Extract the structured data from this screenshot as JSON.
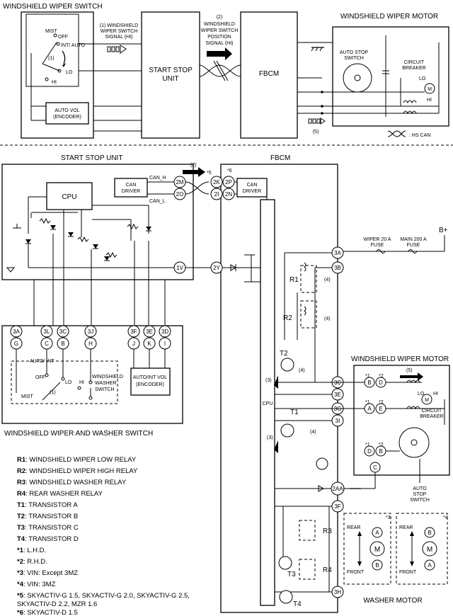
{
  "top": {
    "wiper_switch_title": "WINDSHIELD WIPER SWITCH",
    "switch_positions": [
      "MIST",
      "OFF",
      "INT/ AUTO",
      "LO",
      "HI"
    ],
    "switch_arrow_label": "(1)",
    "auto_vol": [
      "AUTO VOL",
      "(ENCODER)"
    ],
    "signal1": [
      "(1) WINDSHIELD",
      "WIPER SWITCH",
      "SIGNAL (HI)"
    ],
    "start_stop_unit": [
      "START STOP",
      "UNIT"
    ],
    "signal2_num": "(2)",
    "signal2": [
      "WINDSHIELD",
      "WIPER SWITCH",
      "POSITION",
      "SIGNAL (HI)"
    ],
    "fbcm": "FBCM",
    "motor_title": "WINDSHIELD WIPER MOTOR",
    "auto_stop": [
      "AUTO STOP",
      "SWITCH"
    ],
    "circuit_breaker": [
      "CIRCUIT",
      "BREAKER"
    ],
    "lo": "LO",
    "hi": "HI",
    "step5": "(5)",
    "hs_can": ": HS CAN"
  },
  "bottom": {
    "ssu_title": "START STOP UNIT",
    "fbcm_title": "FBCM",
    "cpu": "CPU",
    "can_driver": [
      "CAN",
      "DRIVER"
    ],
    "can_h": "CAN_H",
    "can_l": "CAN_L",
    "ssu_pins": [
      "2M",
      "2O",
      "1V"
    ],
    "fbcm_pins_can": [
      "2K",
      "2P",
      "2I",
      "2N"
    ],
    "pin_2y": "2Y",
    "note5": "*5",
    "note6": "*6",
    "step2": "(2)",
    "supply": "B+",
    "fuses": [
      "WIPER 20 A",
      "FUSE",
      "MAIN 200 A",
      "FUSE"
    ],
    "right_pins": [
      "3A",
      "3B",
      "3C",
      "3E",
      "3G",
      "3I",
      "2AA",
      "3F",
      "3H"
    ],
    "relays": [
      "R1",
      "R2",
      "R3",
      "R4"
    ],
    "transistors": [
      "T1",
      "T2",
      "T3",
      "T4"
    ],
    "step3": "(3)",
    "step4": "(4)",
    "step5": "(5)",
    "switch_title": "WINDSHIELD WIPER AND WASHER SWITCH",
    "switch_top_pins": [
      "3A",
      "3L",
      "3C",
      "3J",
      "3F",
      "3E",
      "3D"
    ],
    "switch_pins": [
      "G",
      "C",
      "B",
      "H",
      "J",
      "K",
      "I"
    ],
    "sw_positions": [
      "AUTO/ INT",
      "OFF",
      "LO",
      "HI",
      "MIST"
    ],
    "washer_switch": [
      "WINDSHIELD",
      "WASHER",
      "SWITCH"
    ],
    "auto_int_vol": [
      "AUTO/INT VOL",
      "(ENCODER)"
    ],
    "motor_title": "WINDSHIELD WIPER MOTOR",
    "motor_pins": [
      "B",
      "D",
      "A",
      "E",
      "D",
      "B",
      "C"
    ],
    "star1": "*1",
    "star2": "*2",
    "star3": "*3",
    "star4": "*4",
    "circuit_breaker": [
      "CIRCUIT",
      "BREAKER"
    ],
    "auto_stop": [
      "AUTO",
      "STOP",
      "SWITCH"
    ],
    "washer_motor": "WASHER MOTOR",
    "rear": "REAR",
    "front": "FRONT",
    "m": "M",
    "a": "A",
    "b": "B"
  },
  "legend": [
    {
      "key": "R1",
      "text": ": WINDSHIELD WIPER LOW RELAY"
    },
    {
      "key": "R2",
      "text": ": WINDSHIELD WIPER HIGH RELAY"
    },
    {
      "key": "R3",
      "text": ": WINDSHIELD WASHER RELAY"
    },
    {
      "key": "R4",
      "text": ": REAR WASHER RELAY"
    },
    {
      "key": "T1",
      "text": ": TRANSISTOR A"
    },
    {
      "key": "T2",
      "text": ": TRANSISTOR B"
    },
    {
      "key": "T3",
      "text": ": TRANSISTOR C"
    },
    {
      "key": "T4",
      "text": ": TRANSISTOR D"
    },
    {
      "key": "*1",
      "text": ": L.H.D."
    },
    {
      "key": "*2",
      "text": ": R.H.D."
    },
    {
      "key": "*3",
      "text": ": VIN: Except 3MZ"
    },
    {
      "key": "*4",
      "text": ": VIN: 3MZ"
    },
    {
      "key": "*5",
      "text": ": SKYACTIV-G 1.5, SKYACTIV-G 2.0, SKYACTIV-G 2.5,"
    },
    {
      "key": "",
      "text": "SKYACTIV-D 2.2, MZR 1.6"
    },
    {
      "key": "*6",
      "text": ": SKYACTIV-D 1.5"
    }
  ]
}
